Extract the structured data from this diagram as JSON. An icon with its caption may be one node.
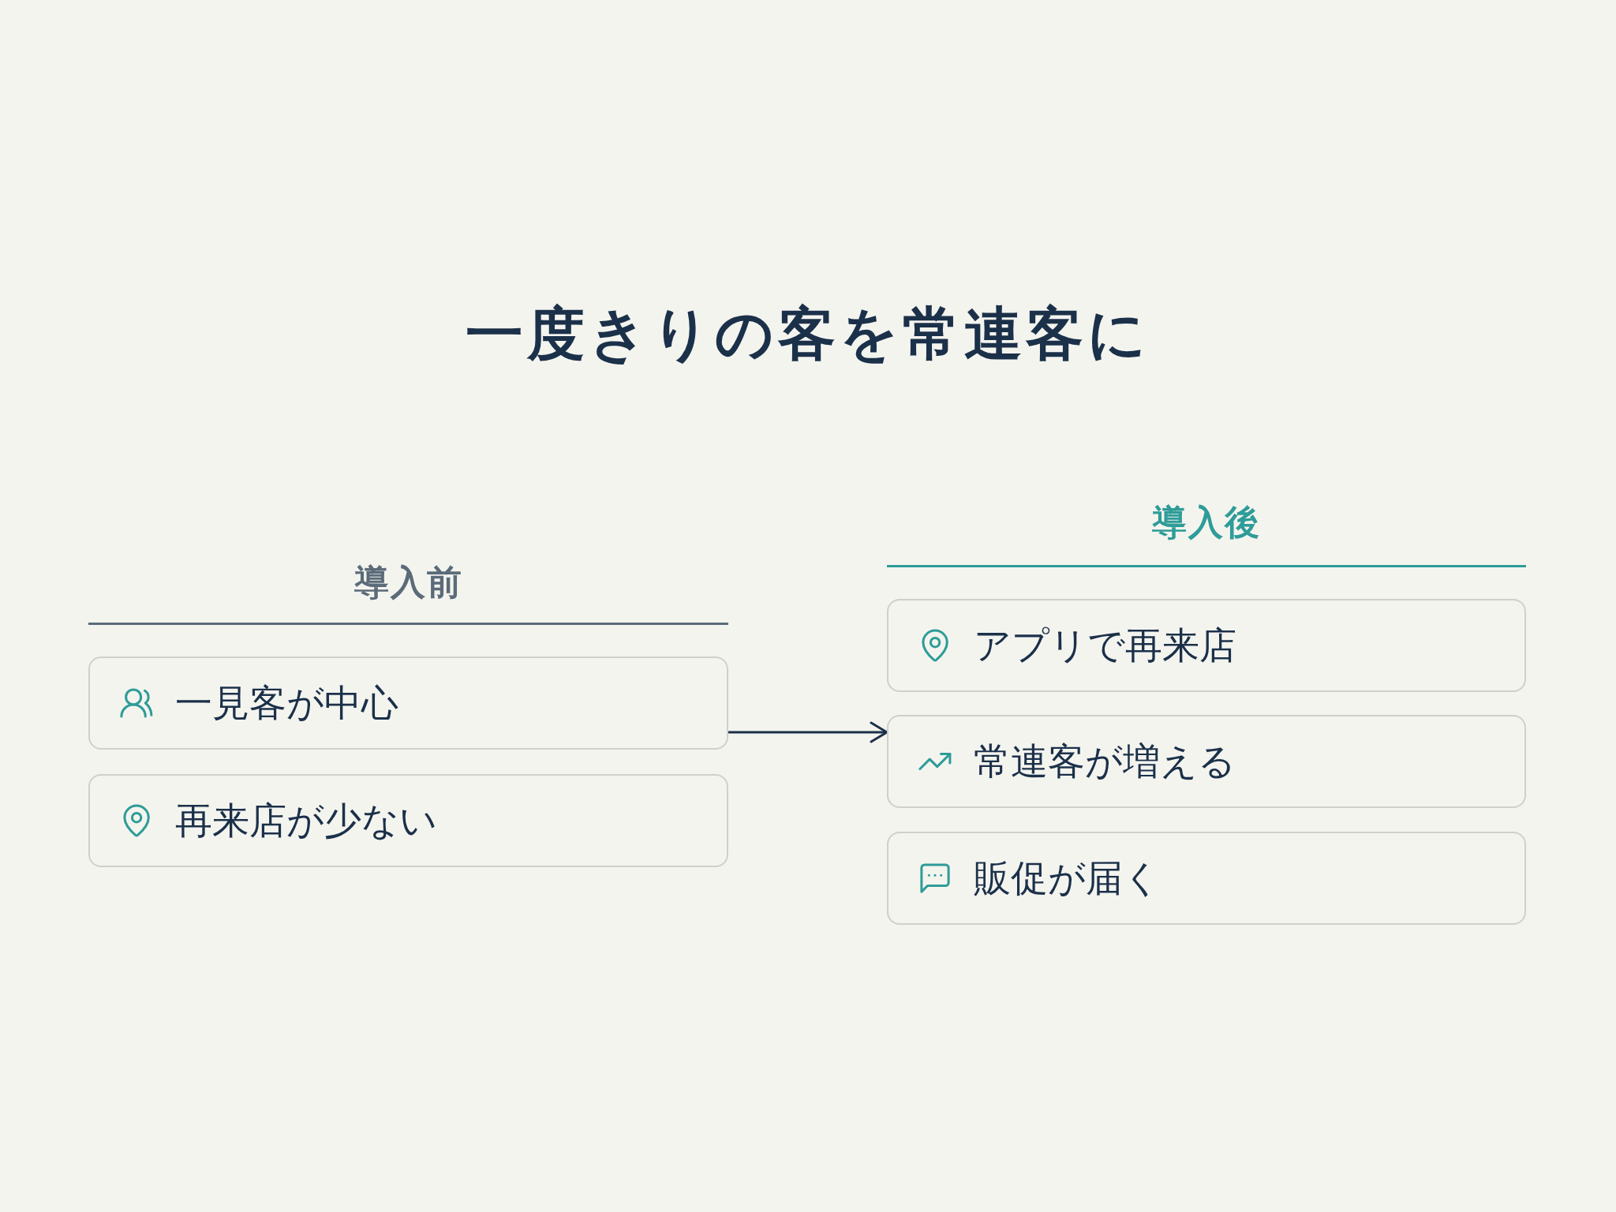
{
  "diagram": {
    "title": "一度きりの客を常連客に",
    "nodes": [
      {
        "text": [
          "一見客が中心"
        ]
      },
      {
        "text": [
          "再来店が少ない"
        ]
      },
      {
        "text": [
          "アプリで再来店"
        ]
      },
      {
        "text": [
          "常連客が増える"
        ]
      },
      {
        "text": [
          "販促が届く"
        ]
      }
    ],
    "edges": [
      {
        "from": 0,
        "to": 3,
        "arrow": "to"
      }
    ],
    "labels": [
      "導入前",
      "導入後"
    ]
  }
}
